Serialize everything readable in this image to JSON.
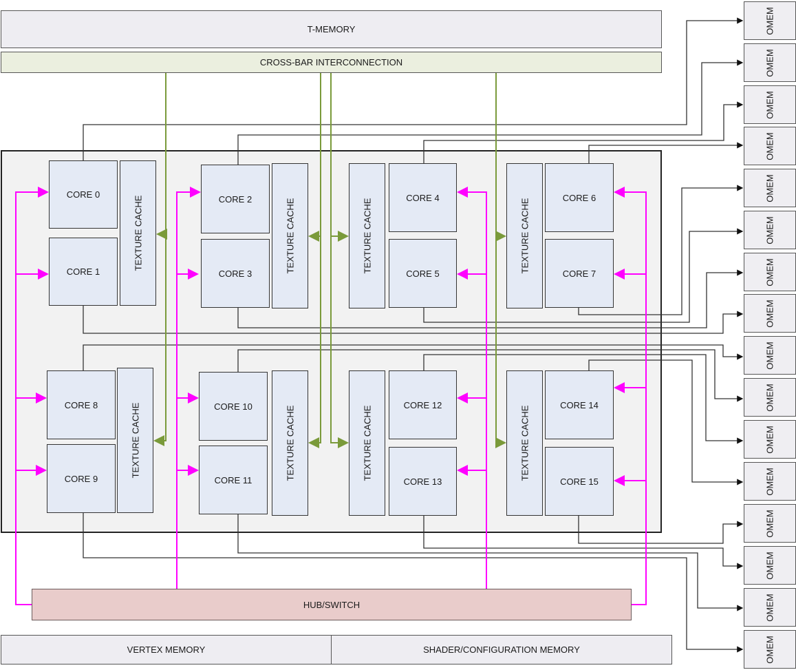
{
  "t_memory": "T-MEMORY",
  "crossbar": "CROSS-BAR INTERCONNECTION",
  "hub": "HUB/SWITCH",
  "vertex_memory": "VERTEX MEMORY",
  "shader_memory": "SHADER/CONFIGURATION MEMORY",
  "texture_cache": "TEXTURE CACHE",
  "cores": [
    "CORE 0",
    "CORE 1",
    "CORE 2",
    "CORE 3",
    "CORE 4",
    "CORE 5",
    "CORE 6",
    "CORE 7",
    "CORE 8",
    "CORE 9",
    "CORE 10",
    "CORE 11",
    "CORE 12",
    "CORE 13",
    "CORE 14",
    "CORE 15"
  ],
  "omem_label": "OMEM",
  "omem_count": 16,
  "colors": {
    "hub_link": "#ff00ff",
    "crossbar_link": "#7a9a3a",
    "omem_link": "#222222"
  }
}
